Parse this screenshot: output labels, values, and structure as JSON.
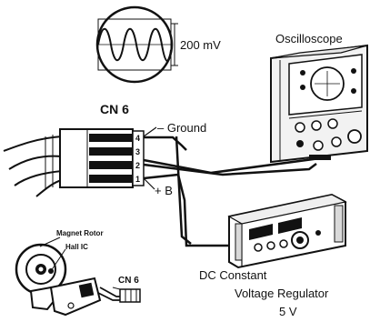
{
  "scope_trace": {
    "amplitude_label": "200 mV"
  },
  "connector": {
    "name": "CN 6",
    "ground_label": "– Ground",
    "plus_b_label": "+ B",
    "pins": [
      "4",
      "3",
      "2",
      "1"
    ]
  },
  "oscilloscope": {
    "label": "Oscilloscope"
  },
  "regulator": {
    "label_line1": "DC Constant",
    "label_line2": "Voltage Regulator",
    "label_line3": "5 V"
  },
  "inset": {
    "magnet_rotor_label": "Magnet Rotor",
    "hall_ic_label": "Hall IC",
    "connector_label": "CN 6"
  },
  "colors": {
    "ink": "#111111",
    "paper": "#ffffff",
    "panel_gray": "#d9d9d9"
  }
}
